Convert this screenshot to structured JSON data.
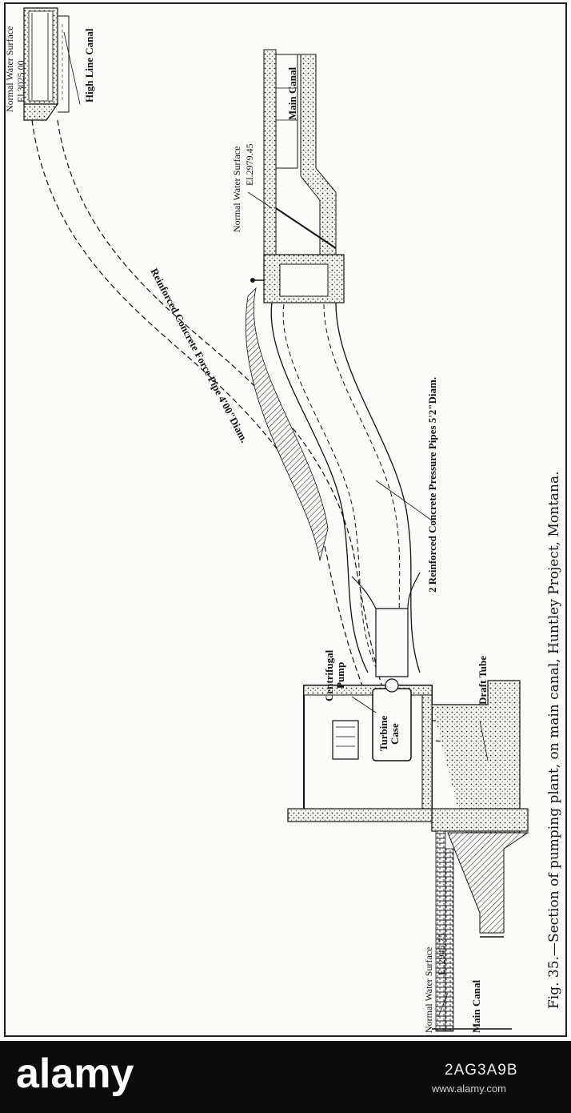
{
  "figure": {
    "caption": "Fig. 35.—Section of pumping plant, on main canal, Huntley Project, Montana."
  },
  "labels": {
    "high_line_water_surface": "Normal Water Surface",
    "high_line_elevation": "El.3025.00",
    "high_line_canal": "High Line Canal",
    "main_upper_water_surface": "Normal Water Surface",
    "main_upper_elevation": "El.2979.45",
    "main_upper_canal": "Main Canal",
    "force_pipe": "Reinforced Concrete Force Pipe 4'00\"Diam.",
    "pressure_pipes": "2 Reinforced Concrete Pressure Pipes 5'2\"Diam.",
    "centrifugal_pump_1": "Centrifugal",
    "centrifugal_pump_2": "Pump",
    "turbine_case_1": "Turbine",
    "turbine_case_2": "Case",
    "draft_tube": "Draft Tube",
    "main_lower_water_surface": "Normal Water Surface",
    "main_lower_elevation": "El.2945.75",
    "main_lower_canal": "Main Canal"
  },
  "watermark": {
    "logo_text": "alamy",
    "image_id": "2AG3A9B",
    "url": "www.alamy.com"
  }
}
